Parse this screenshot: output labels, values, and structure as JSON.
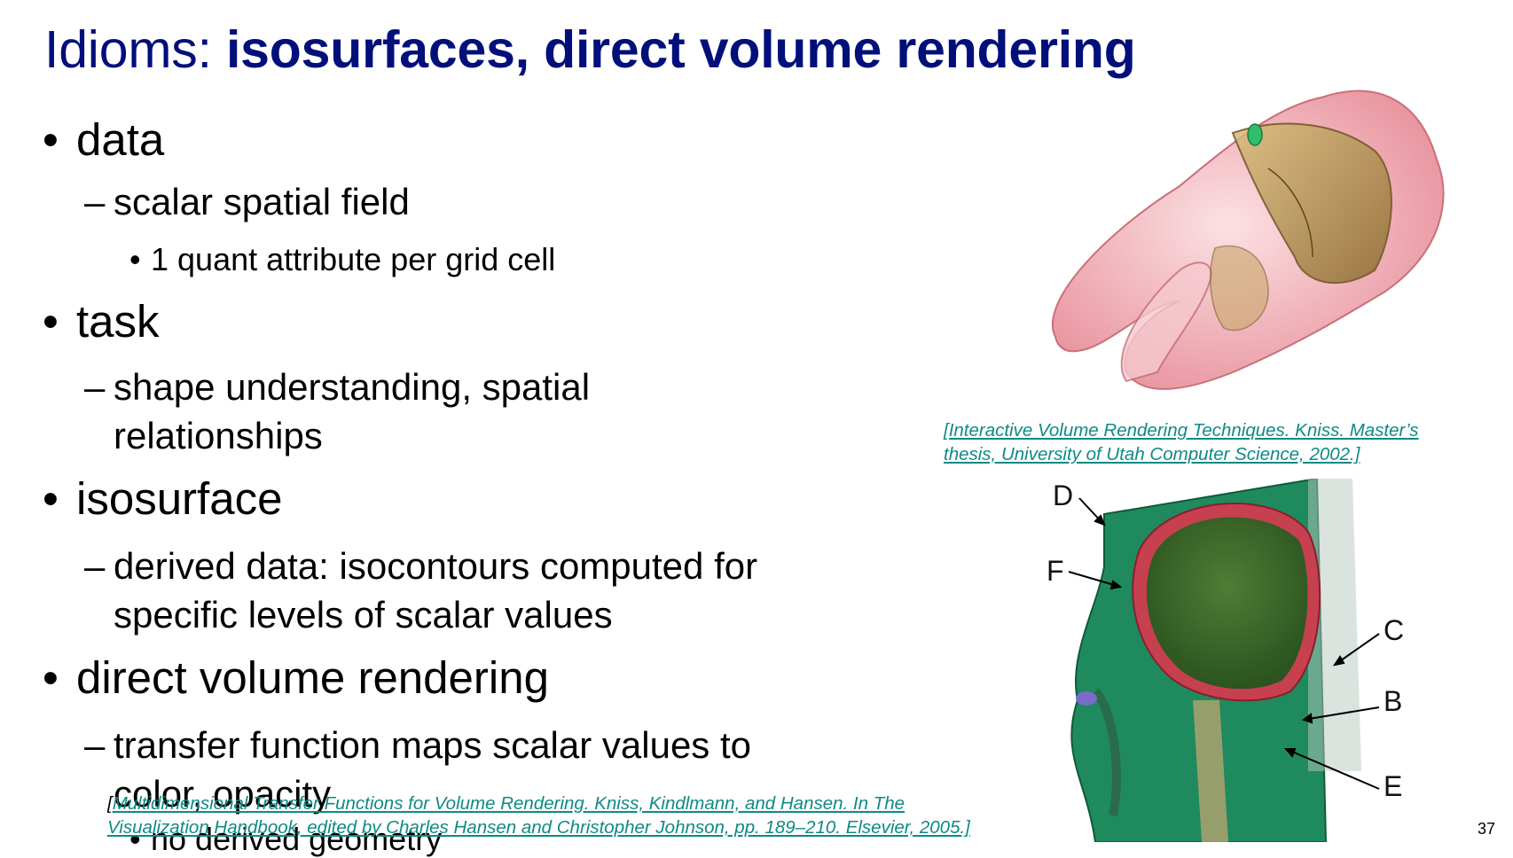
{
  "slide": {
    "title_plain": "Idioms: ",
    "title_bold": "isosurfaces, direct volume rendering",
    "page_number": "37"
  },
  "bullets": [
    {
      "text": "data"
    },
    {
      "text": "scalar spatial field"
    },
    {
      "text": "1 quant attribute per grid cell"
    },
    {
      "text": "task"
    },
    {
      "text": "shape understanding, spatial",
      "cont": "relationships"
    },
    {
      "text": "isosurface"
    },
    {
      "text": "derived data: isocontours computed for",
      "cont": "specific levels of scalar values"
    },
    {
      "text": "direct volume rendering"
    },
    {
      "text": "transfer function maps scalar values to",
      "cont": "color, opacity"
    },
    {
      "text": "no derived geometry"
    }
  ],
  "citations": {
    "tooth": {
      "line1": "[Interactive Volume Rendering Techniques. Kniss. Master’s",
      "line2": "thesis, University of Utah Computer Science, 2002.]"
    },
    "head": {
      "bracket": "[",
      "line1": "Multidimensional Transfer Functions for Volume Rendering. Kniss, Kindlmann, and Hansen.  In The",
      "line2": "Visualization Handbook, edited by Charles Hansen and Christopher Johnson, pp. 189–210. Elsevier, 2005.]"
    }
  },
  "figure_labels": [
    "D",
    "F",
    "C",
    "B",
    "E"
  ],
  "colors": {
    "title": "#000f7a",
    "citation_link": "#0e8a85",
    "tooth_shell": "#f2b8bf",
    "tooth_core": "#b89a55",
    "head_tissue": "#1f8a5e",
    "brain": "#3b6b2a"
  }
}
